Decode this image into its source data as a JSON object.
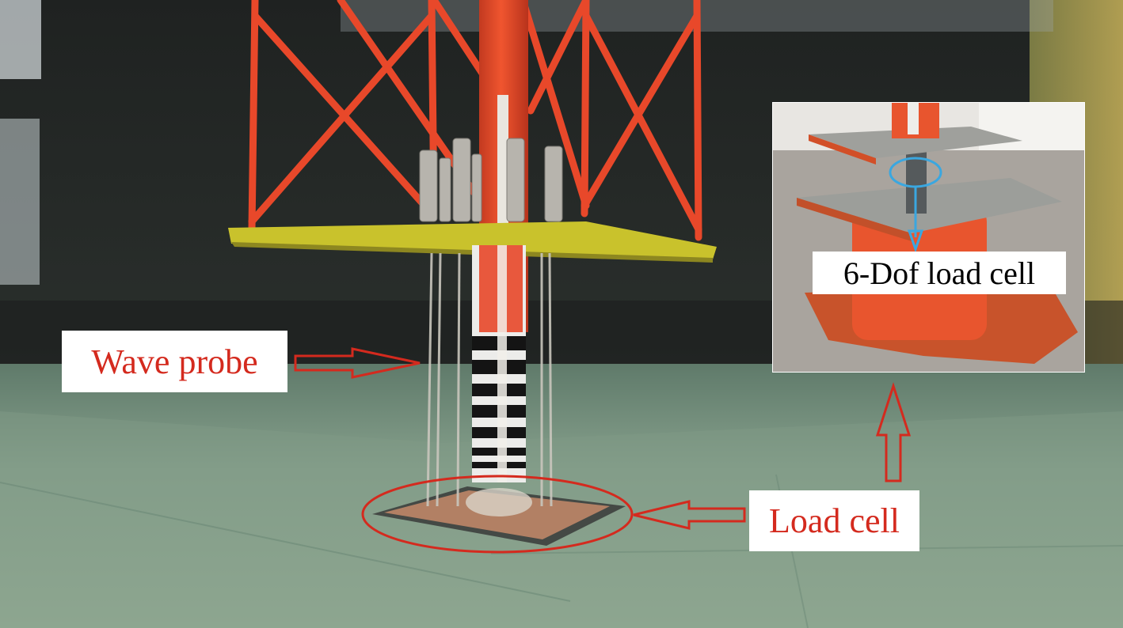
{
  "labels": {
    "wave_probe": "Wave probe",
    "load_cell": "Load cell",
    "inset_load_cell": "6-Dof load cell"
  },
  "colors": {
    "annotation_red": "#d42a1e",
    "tower_orange": "#e8482a",
    "deck_yellow": "#c9c22c",
    "inset_pointer_blue": "#3aa7e0",
    "water_green": "#8aa690"
  }
}
